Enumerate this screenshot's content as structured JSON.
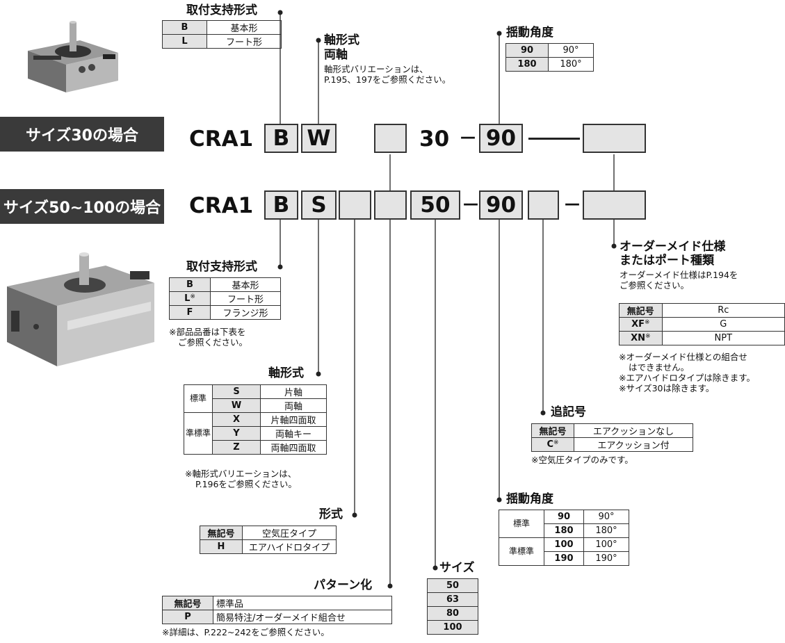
{
  "banners": {
    "size30": "サイズ30の場合",
    "size50": "サイズ50~100の場合"
  },
  "row30": {
    "prefix": "CRA1",
    "mount": "B",
    "shaft": "W",
    "size": "30",
    "dash": "－",
    "angle": "90"
  },
  "row50": {
    "prefix": "CRA1",
    "mount": "B",
    "shaft": "S",
    "size": "50",
    "dash1": "－",
    "angle": "90",
    "dash2": "－"
  },
  "mount30": {
    "title": "取付支持形式",
    "rows": [
      {
        "code": "B",
        "name": "基本形"
      },
      {
        "code": "L",
        "name": "フート形"
      }
    ]
  },
  "shaft30": {
    "title": "軸形式",
    "subtitle": "両軸",
    "note1": "軸形式バリエーションは、",
    "note2": "P.195、197をご参照ください。"
  },
  "angle30": {
    "title": "揺動角度",
    "rows": [
      {
        "code": "90",
        "name": "90°"
      },
      {
        "code": "180",
        "name": "180°"
      }
    ]
  },
  "mount50": {
    "title": "取付支持形式",
    "rows": [
      {
        "code": "B",
        "mark": "",
        "name": "基本形"
      },
      {
        "code": "L",
        "mark": "※",
        "name": "フート形"
      },
      {
        "code": "F",
        "mark": "",
        "name": "フランジ形"
      }
    ],
    "note1": "※部品品番は下表を",
    "note2": "ご参照ください。"
  },
  "shaft50": {
    "title": "軸形式",
    "group1": "標準",
    "group2": "準標準",
    "rows": [
      {
        "code": "S",
        "name": "片軸"
      },
      {
        "code": "W",
        "name": "両軸"
      },
      {
        "code": "X",
        "name": "片軸四面取"
      },
      {
        "code": "Y",
        "name": "両軸キー"
      },
      {
        "code": "Z",
        "name": "両軸四面取"
      }
    ],
    "note1": "※軸形式バリエーションは、",
    "note2": "P.196をご参照ください。"
  },
  "type": {
    "title": "形式",
    "rows": [
      {
        "code": "無記号",
        "name": "空気圧タイプ"
      },
      {
        "code": "H",
        "name": "エアハイドロタイプ"
      }
    ]
  },
  "pattern": {
    "title": "パターン化",
    "rows": [
      {
        "code": "無記号",
        "name": "標準品"
      },
      {
        "code": "P",
        "name": "簡易特注/オーダーメイド組合せ"
      }
    ],
    "note": "※詳細は、P.222~242をご参照ください。"
  },
  "size": {
    "title": "サイズ",
    "rows": [
      "50",
      "63",
      "80",
      "100"
    ]
  },
  "angle50": {
    "title": "揺動角度",
    "group1": "標準",
    "group2": "準標準",
    "rows": [
      {
        "code": "90",
        "name": "90°"
      },
      {
        "code": "180",
        "name": "180°"
      },
      {
        "code": "100",
        "name": "100°"
      },
      {
        "code": "190",
        "name": "190°"
      }
    ]
  },
  "suffix": {
    "title": "追記号",
    "rows": [
      {
        "code": "無記号",
        "mark": "",
        "name": "エアクッションなし"
      },
      {
        "code": "C",
        "mark": "※",
        "name": "エアクッション付"
      }
    ],
    "note": "※空気圧タイプのみです。"
  },
  "order": {
    "title1": "オーダーメイド仕様",
    "title2": "またはポート種類",
    "desc1": "オーダーメイド仕様はP.194を",
    "desc2": "ご参照ください。",
    "rows": [
      {
        "code": "無記号",
        "mark": "",
        "name": "Rc"
      },
      {
        "code": "XF",
        "mark": "※",
        "name": "G"
      },
      {
        "code": "XN",
        "mark": "※",
        "name": "NPT"
      }
    ],
    "notes": [
      "※オーダーメイド仕様との組合せ",
      "はできません。",
      "※エアハイドロタイプは除きます。",
      "※サイズ30は除きます。"
    ]
  },
  "colors": {
    "banner": "#3a3a3a",
    "box": "#e4e4e4",
    "tableHead": "#e3e3e3",
    "line": "#222222"
  }
}
